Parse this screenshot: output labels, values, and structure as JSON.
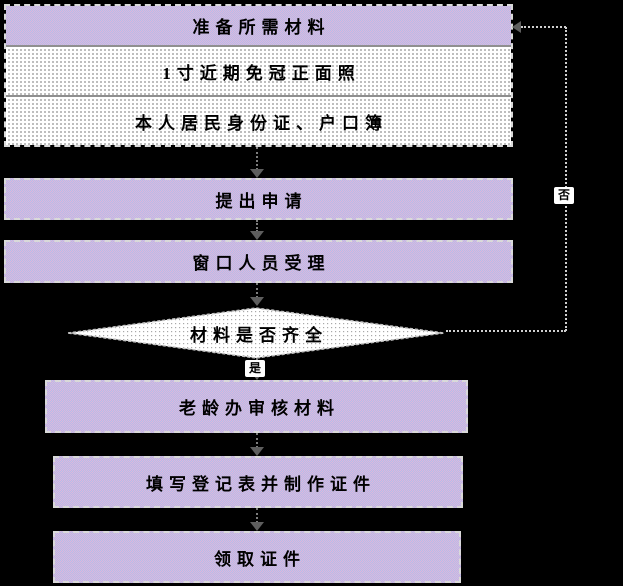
{
  "flowchart": {
    "nodes": {
      "prepare": {
        "label": "准备所需材料"
      },
      "photo": {
        "label": "1寸近期免冠正面照"
      },
      "idcard": {
        "label": "本人居民身份证、户口簿"
      },
      "apply": {
        "label": "提出申请"
      },
      "window": {
        "label": "窗口人员受理"
      },
      "decision": {
        "label": "材料是否齐全"
      },
      "review": {
        "label": "老龄办审核材料"
      },
      "fill": {
        "label": "填写登记表并制作证件"
      },
      "receive": {
        "label": "领取证件"
      }
    },
    "edges": {
      "yes_label": "是",
      "no_label": "否"
    },
    "colors": {
      "background": "#000000",
      "node_fill": "#cbc3e0",
      "item_fill": "#ffffff",
      "node_border": "#d9d9d9",
      "arrow": "#5e5e5e",
      "return_dash": "#cfcfcf",
      "text": "#000000"
    }
  }
}
